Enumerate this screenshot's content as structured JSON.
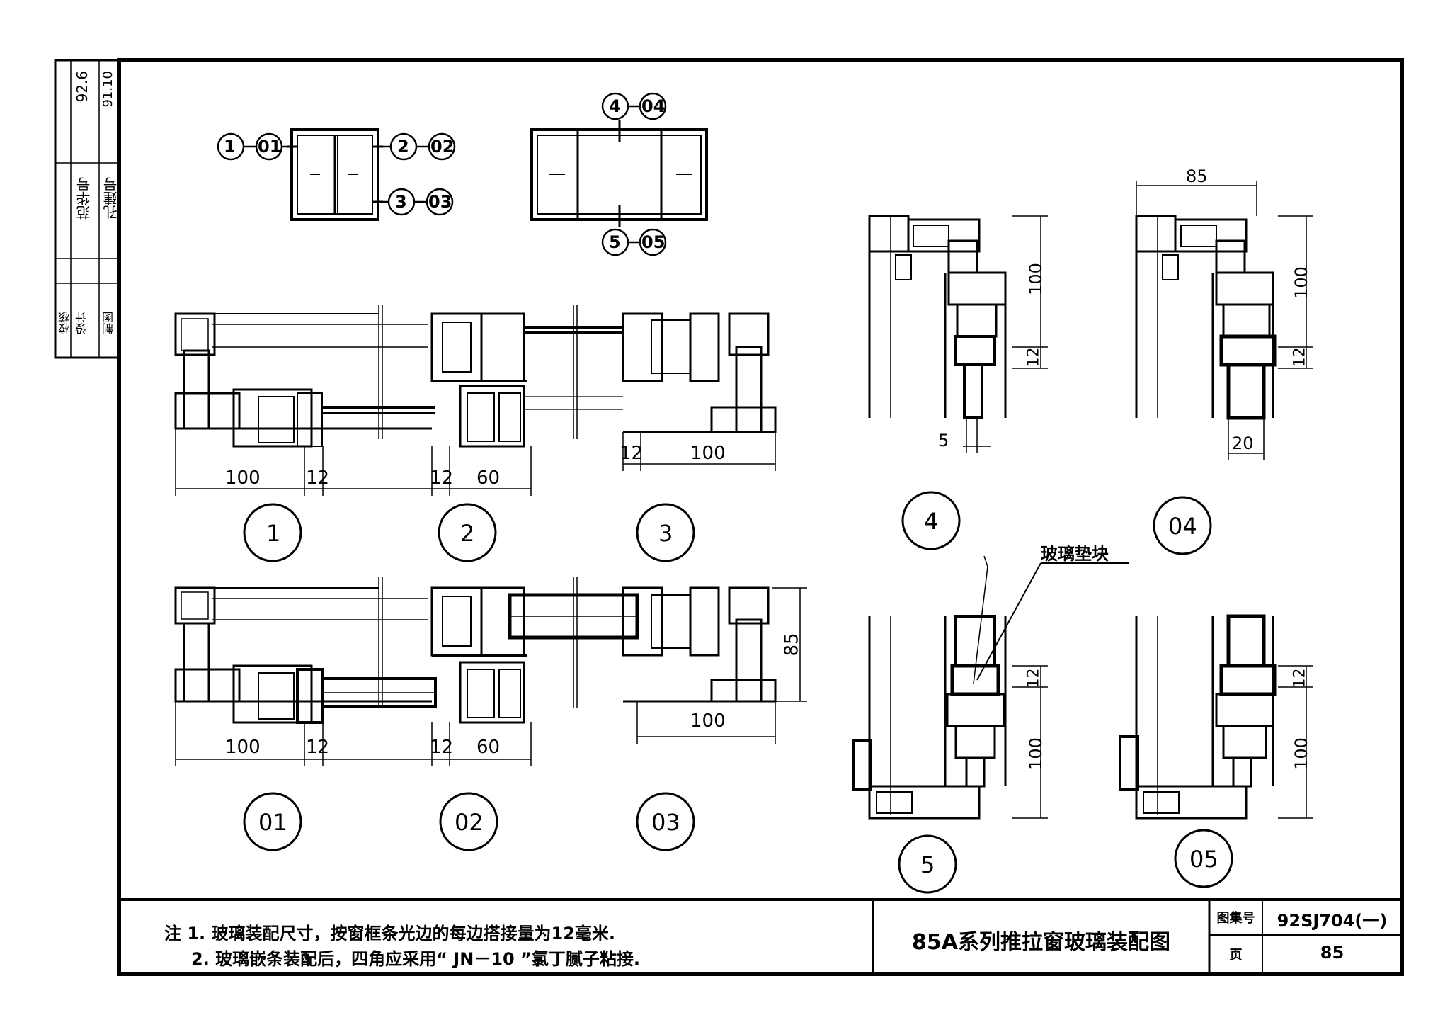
{
  "sidebar": {
    "roles": [
      "校核",
      "设计",
      "制图"
    ],
    "signatures": [
      "范华号",
      "孔建号"
    ],
    "dates": [
      "92.6",
      "91.10"
    ]
  },
  "overview": {
    "left_callouts": [
      "1",
      "01",
      "2",
      "02",
      "3",
      "03"
    ],
    "right_callouts": [
      "4",
      "04",
      "5",
      "05"
    ]
  },
  "details": {
    "labels": [
      "1",
      "2",
      "3",
      "01",
      "02",
      "03",
      "4",
      "04",
      "5",
      "05"
    ]
  },
  "dimensions": {
    "d100": "100",
    "d12": "12",
    "d60": "60",
    "d85": "85",
    "d5": "5",
    "d20": "20"
  },
  "annotation": {
    "glass_block": "玻璃垫块"
  },
  "notes": {
    "line1": "注 1.  玻璃装配尺寸，按窗框条光边的每边搭接量为12毫米.",
    "line2": "2.  玻璃嵌条装配后，四角应采用“ JN－10 ”氯丁腻子粘接."
  },
  "title_block": {
    "title": "85A系列推拉窗玻璃装配图",
    "atlas_label": "图集号",
    "atlas_no": "92SJ704(一)",
    "page_label": "页",
    "page_no": "85"
  }
}
